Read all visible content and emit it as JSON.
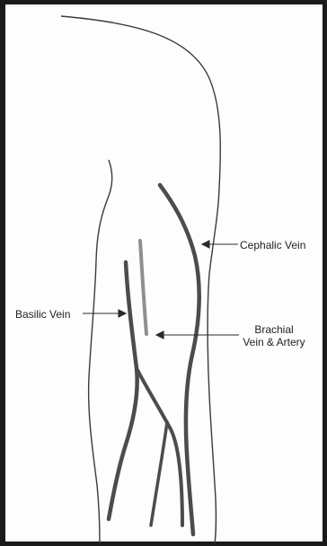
{
  "diagram": {
    "labels": {
      "cephalic": "Cephalic Vein",
      "basilic": "Basilic Vein",
      "brachial_line1": "Brachial",
      "brachial_line2": "Vein & Artery"
    },
    "colors": {
      "border": "#1a1a1a",
      "outline": "#3a3a3a",
      "vein": "#4a4d4a",
      "artery": "#8e908e",
      "label": "#222222"
    }
  }
}
